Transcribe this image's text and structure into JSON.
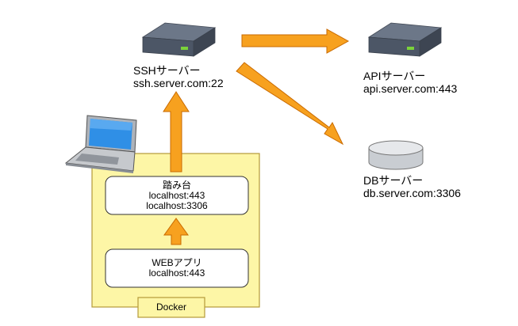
{
  "ssh_server": {
    "title": "SSHサーバー",
    "host": "ssh.server.com:22"
  },
  "api_server": {
    "title": "APIサーバー",
    "host": "api.server.com:443"
  },
  "db_server": {
    "title": "DBサーバー",
    "host": "db.server.com:3306"
  },
  "docker": {
    "label": "Docker",
    "stepping_stone": {
      "title": "踏み台",
      "port1": "localhost:443",
      "port2": "localhost:3306"
    },
    "web_app": {
      "title": "WEBアプリ",
      "port": "localhost:443"
    }
  },
  "colors": {
    "arrow_fill": "#f7a11f",
    "arrow_stroke": "#c96a00",
    "docker_fill": "#fdf6a6",
    "docker_stroke": "#b49a3a",
    "server_top": "#6c7788",
    "server_body": "#4c5666",
    "indicator": "#7bd33a"
  }
}
